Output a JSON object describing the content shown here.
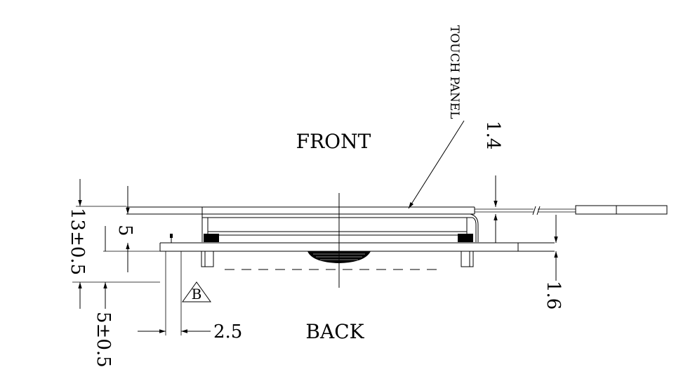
{
  "labels": {
    "front": "FRONT",
    "back": "BACK",
    "touch_panel": "TOUCH PANEL",
    "datum": "B"
  },
  "dimensions": {
    "total_height": "13±0.5",
    "height_5": "5",
    "lower_height": "5±0.5",
    "width_2_5": "2.5",
    "fpc_1_4": "1.4",
    "board_1_6": "1.6"
  }
}
